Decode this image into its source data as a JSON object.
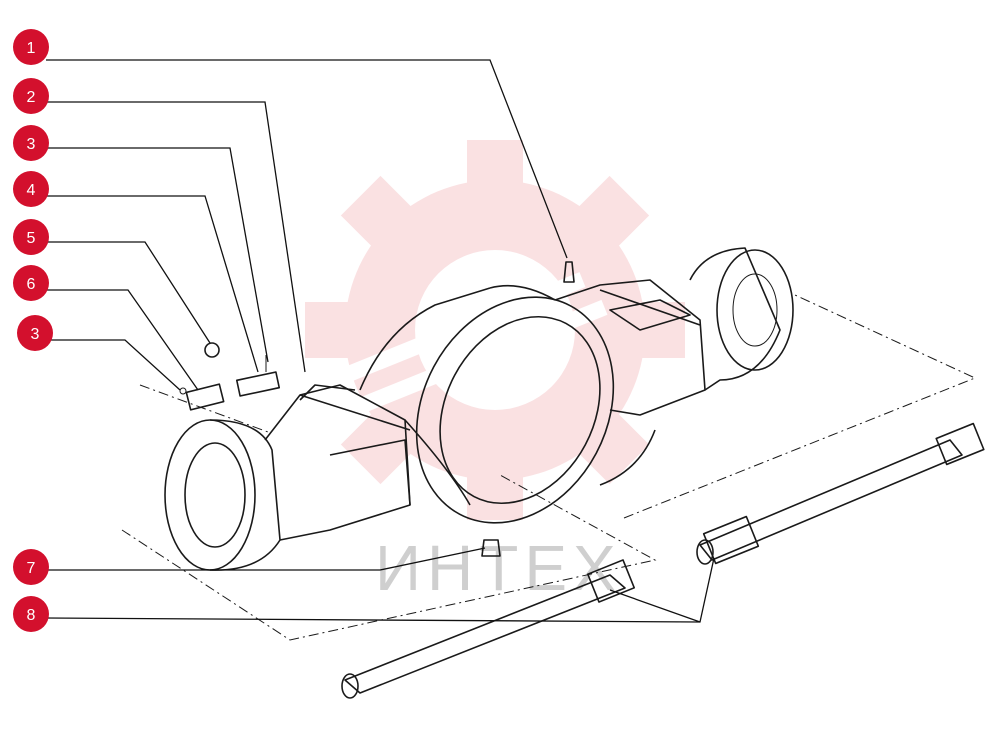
{
  "callouts": [
    {
      "label": "1"
    },
    {
      "label": "2"
    },
    {
      "label": "3"
    },
    {
      "label": "4"
    },
    {
      "label": "5"
    },
    {
      "label": "6"
    },
    {
      "label": "3"
    },
    {
      "label": "7"
    },
    {
      "label": "8"
    }
  ],
  "watermark": {
    "text": "ИНТЕХ",
    "color": "#f7c9cc"
  },
  "colors": {
    "badge": "#d3102d",
    "line": "#1a1a1a"
  }
}
